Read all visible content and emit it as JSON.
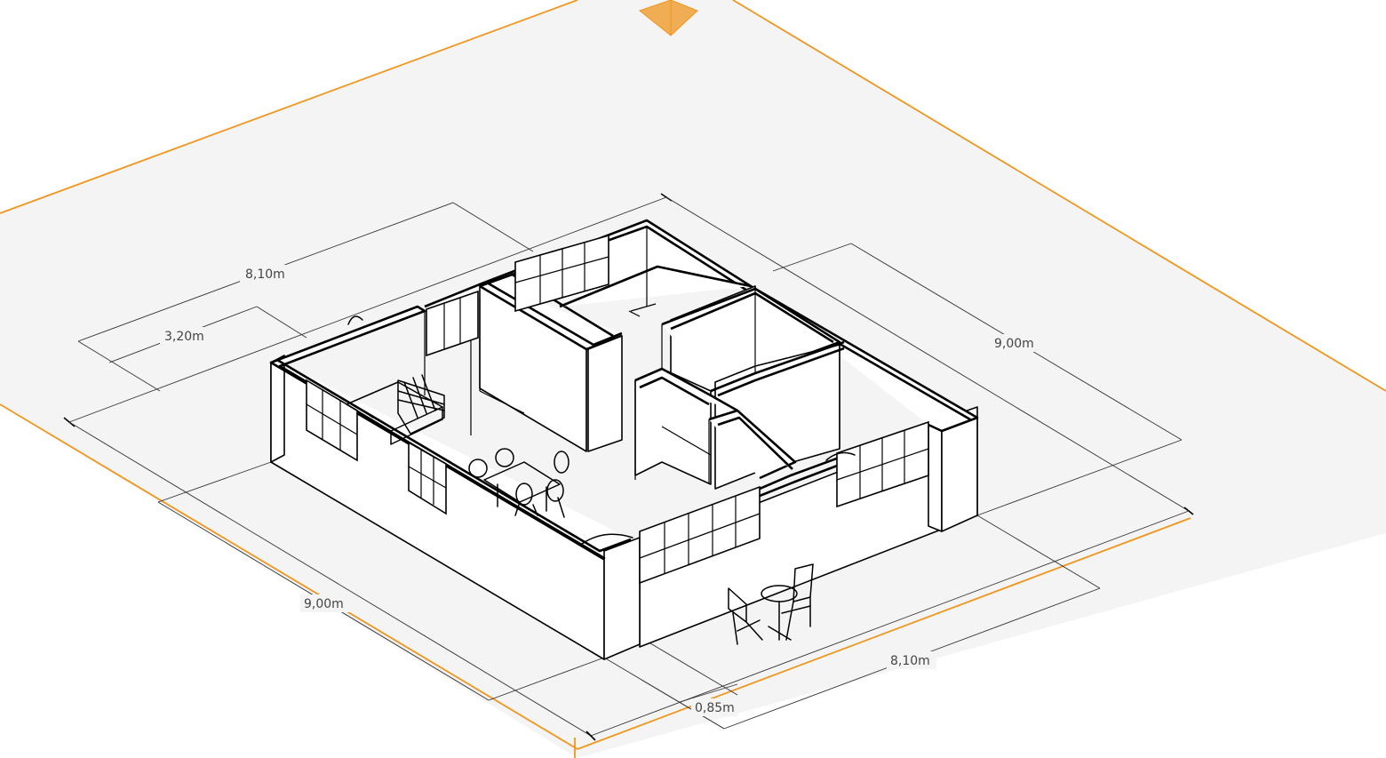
{
  "viewport": {
    "background_color": "#ffffff",
    "ground_color": "#f4f4f4",
    "boundary_color": "#f0961e"
  },
  "dimensions": {
    "top_outer": "8,10m",
    "top_inner": "3,20m",
    "right_side": "9,00m",
    "left_side": "9,00m",
    "bottom_front": "8,10m",
    "bottom_small": "0,85m"
  },
  "icons": {
    "compass": "north-arrow-icon",
    "bistro_set": "bistro-table-chairs-icon",
    "dining_set": "dining-table-chairs-icon",
    "kitchen": "kitchen-stove-icon"
  }
}
